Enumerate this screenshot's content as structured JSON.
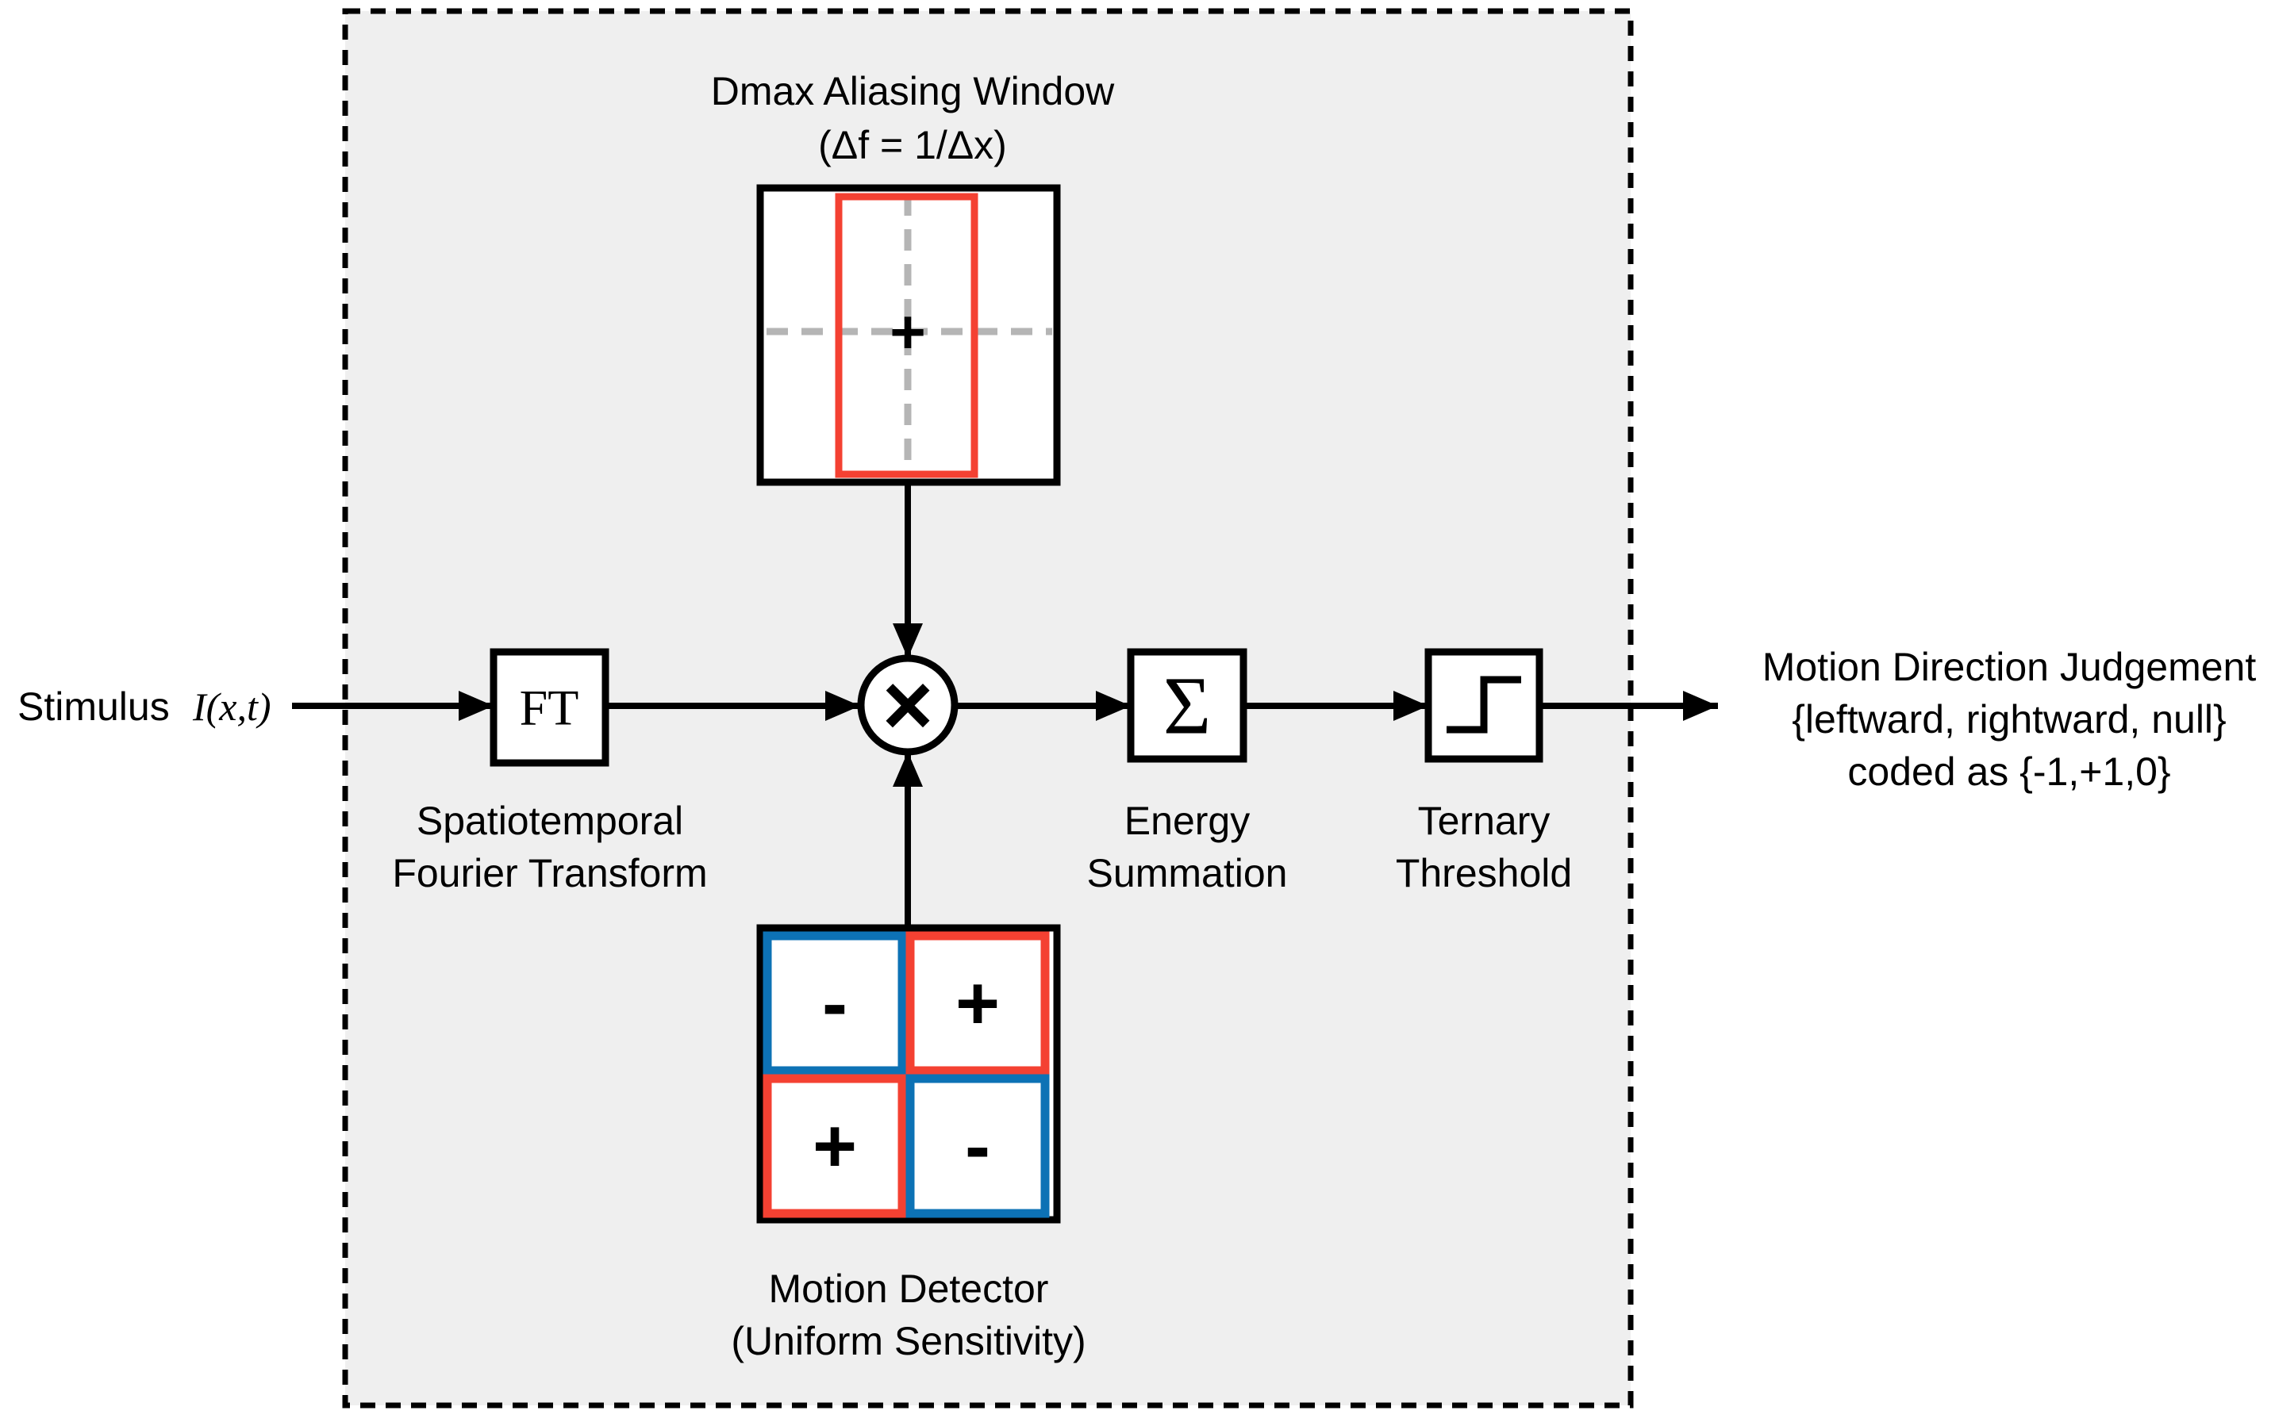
{
  "colors": {
    "red": "#f44132",
    "blue": "#0d72b5",
    "gray_dash": "#b5b5b5",
    "panel_bg": "#efefef",
    "ink": "#000000"
  },
  "stimulus": {
    "prefix": "Stimulus",
    "math": "I(x,t)"
  },
  "aliasing_window": {
    "title_line1": "Dmax Aliasing Window",
    "title_line2": "(Δf = 1/Δx)",
    "center_marker": "+"
  },
  "ft": {
    "symbol": "FT",
    "label_line1": "Spatiotemporal",
    "label_line2": "Fourier Transform"
  },
  "multiplier": {
    "symbol": "×"
  },
  "summation": {
    "symbol": "Σ",
    "label_line1": "Energy",
    "label_line2": "Summation"
  },
  "threshold": {
    "label_line1": "Ternary",
    "label_line2": "Threshold"
  },
  "detector": {
    "label_line1": "Motion Detector",
    "label_line2": "(Uniform Sensitivity)",
    "cells": [
      {
        "sign": "-",
        "color": "#0d72b5"
      },
      {
        "sign": "+",
        "color": "#f44132"
      },
      {
        "sign": "+",
        "color": "#f44132"
      },
      {
        "sign": "-",
        "color": "#0d72b5"
      }
    ]
  },
  "output": {
    "line1": "Motion Direction Judgement",
    "line2": "{leftward, rightward, null}",
    "line3": "coded as {-1,+1,0}"
  }
}
